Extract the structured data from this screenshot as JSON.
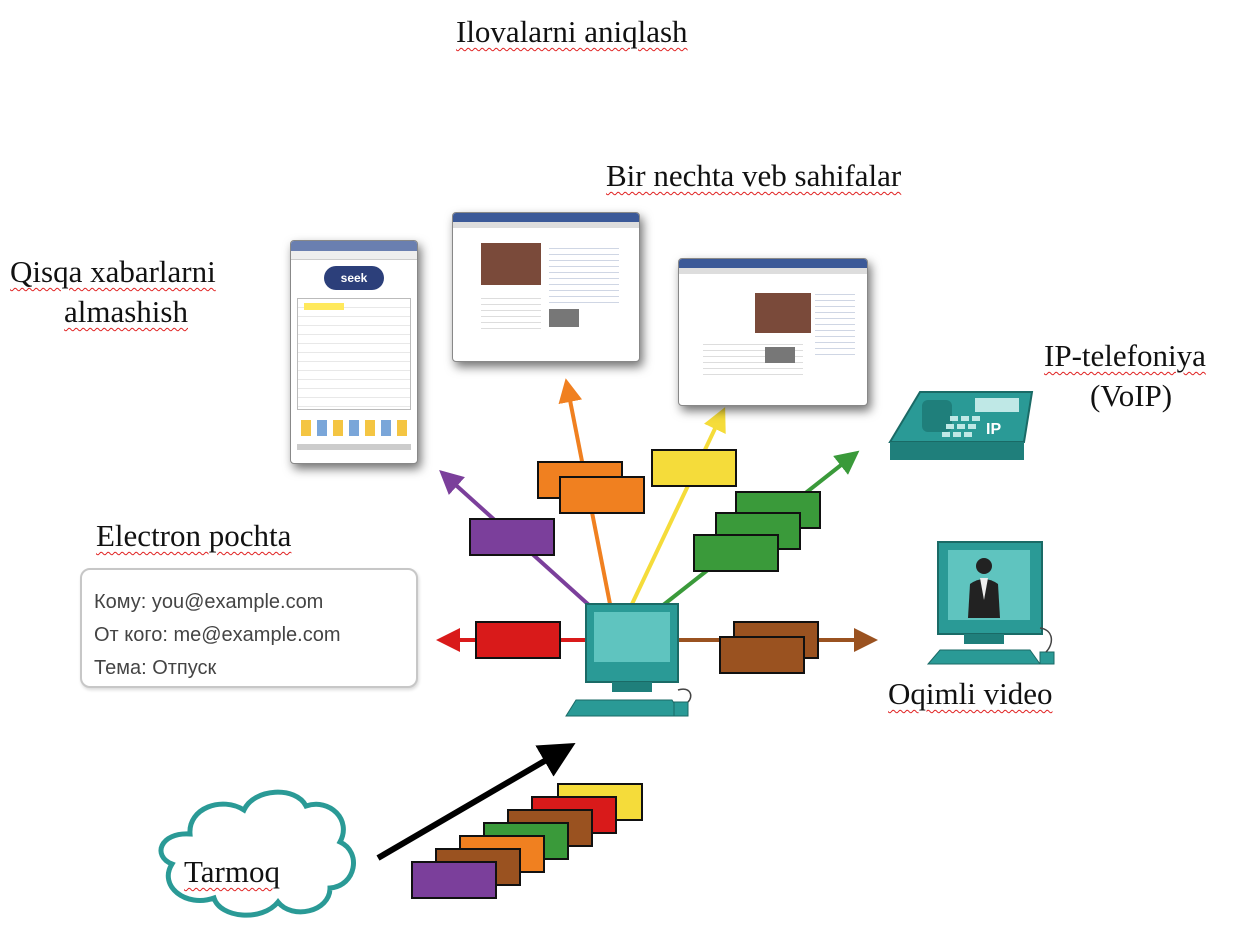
{
  "labels": {
    "title": "Ilovalarni aniqlash",
    "web_pages": "Bir nechta veb sahifalar",
    "im_line1": "Qisqa xabarlarni",
    "im_line2": "almashish",
    "voip_line1": "IP-telefoniya",
    "voip_line2": "(VoIP)",
    "email": "Electron pochta",
    "video": "Oqimli video",
    "network": "Tarmoq"
  },
  "email": {
    "to": "Кому: you@example.com",
    "from": "От кого: me@example.com",
    "subject": "Тема: Отпуск"
  },
  "im_window": {
    "logo_text": "seek"
  },
  "phone": {
    "badge": "IP"
  },
  "colors": {
    "purple": "#7b3f9b",
    "orange": "#f08020",
    "yellow": "#f5dc3a",
    "green": "#3a9a3a",
    "brown": "#9a5220",
    "red": "#d91a1a",
    "teal": "#2a9a96",
    "cloud": "#2a9a96"
  }
}
